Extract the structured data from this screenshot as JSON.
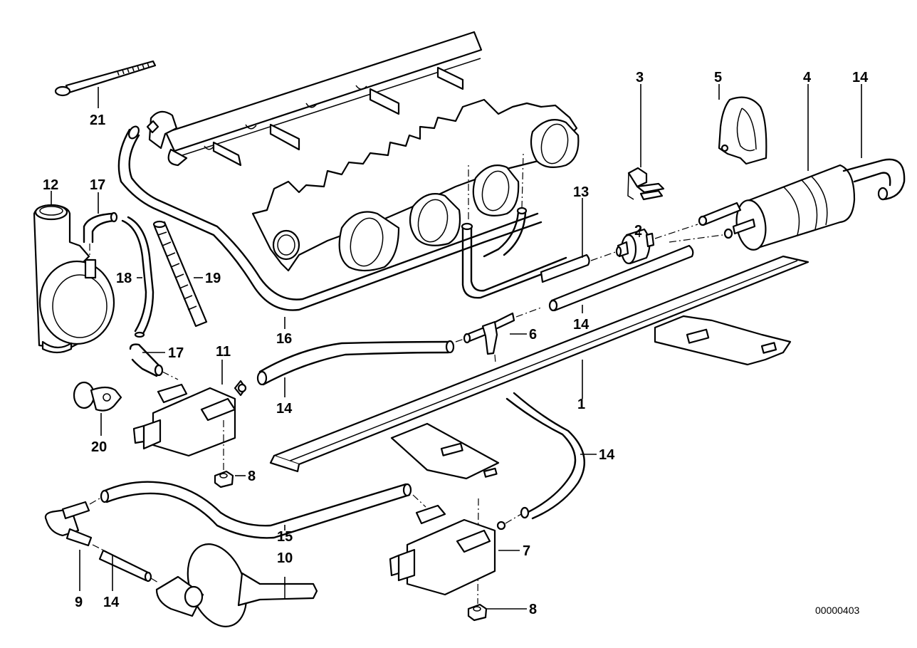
{
  "diagram": {
    "type": "exploded-parts-diagram",
    "reference_number": "00000403",
    "line_color": "#000000",
    "background_color": "#ffffff",
    "callouts": [
      {
        "id": "c1",
        "label": "1",
        "part": "mounting-rail"
      },
      {
        "id": "c2",
        "label": "2",
        "part": "check-valve"
      },
      {
        "id": "c3",
        "label": "3",
        "part": "clip"
      },
      {
        "id": "c4",
        "label": "4",
        "part": "filter-canister"
      },
      {
        "id": "c5",
        "label": "5",
        "part": "bracket-clamp"
      },
      {
        "id": "c6",
        "label": "6",
        "part": "t-connector"
      },
      {
        "id": "c7",
        "label": "7",
        "part": "solenoid-valve-lower"
      },
      {
        "id": "c8a",
        "label": "8",
        "part": "nut-upper"
      },
      {
        "id": "c8b",
        "label": "8",
        "part": "nut-lower"
      },
      {
        "id": "c9",
        "label": "9",
        "part": "elbow-connector"
      },
      {
        "id": "c10",
        "label": "10",
        "part": "vacuum-unit"
      },
      {
        "id": "c11",
        "label": "11",
        "part": "solenoid-valve-upper"
      },
      {
        "id": "c12",
        "label": "12",
        "part": "thermo-valve"
      },
      {
        "id": "c13",
        "label": "13",
        "part": "hose-13"
      },
      {
        "id": "c14a",
        "label": "14",
        "part": "hose-filter-outlet"
      },
      {
        "id": "c14b",
        "label": "14",
        "part": "hose-center"
      },
      {
        "id": "c14c",
        "label": "14",
        "part": "hose-solenoid-upper"
      },
      {
        "id": "c14d",
        "label": "14",
        "part": "hose-right-curve"
      },
      {
        "id": "c14e",
        "label": "14",
        "part": "hose-short-lower"
      },
      {
        "id": "c15",
        "label": "15",
        "part": "hose-long-lower"
      },
      {
        "id": "c16",
        "label": "16",
        "part": "hose-long-upper"
      },
      {
        "id": "c17a",
        "label": "17",
        "part": "hose-bend-upper"
      },
      {
        "id": "c17b",
        "label": "17",
        "part": "hose-bend-lower"
      },
      {
        "id": "c18",
        "label": "18",
        "part": "hose-18"
      },
      {
        "id": "c19",
        "label": "19",
        "part": "protective-sleeve"
      },
      {
        "id": "c20",
        "label": "20",
        "part": "grommet"
      },
      {
        "id": "c21",
        "label": "21",
        "part": "cable-tie"
      }
    ]
  }
}
